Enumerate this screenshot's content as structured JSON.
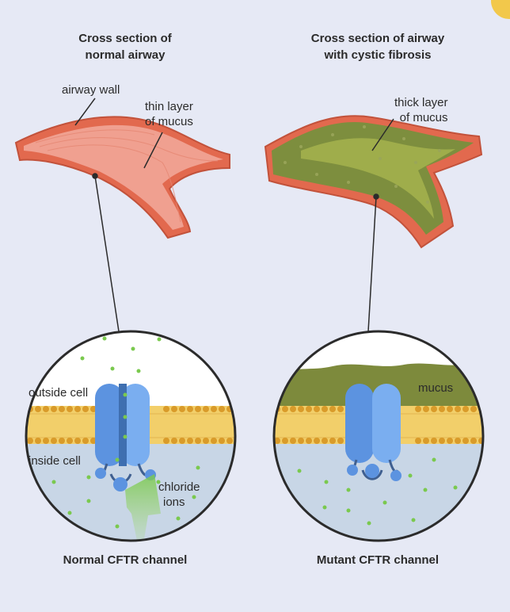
{
  "left_panel": {
    "title_line1": "Cross section of",
    "title_line2": "normal airway",
    "airway_wall_label": "airway wall",
    "mucus_label_line1": "thin layer",
    "mucus_label_line2": "of mucus",
    "outside_cell_label": "outside cell",
    "inside_cell_label": "inside cell",
    "chloride_label_line1": "chloride",
    "chloride_label_line2": "ions",
    "caption": "Normal CFTR channel"
  },
  "right_panel": {
    "title_line1": "Cross section of airway",
    "title_line2": "with cystic fibrosis",
    "mucus_label_line1": "thick layer",
    "mucus_label_line2": "of mucus",
    "mucus_zoom_label": "mucus",
    "caption": "Mutant CFTR channel"
  },
  "colors": {
    "background": "#e6e9f5",
    "airway_outer": "#e2694e",
    "airway_inner": "#f0a090",
    "mucus": "#8a9a4a",
    "membrane": "#f2cf6a",
    "channel": "#5c93e0",
    "ion": "#7ac94e",
    "accent_badge": "#f2c84b"
  },
  "icons": [
    "airway-tube-icon",
    "cftr-channel-icon",
    "chloride-ion-icon"
  ]
}
